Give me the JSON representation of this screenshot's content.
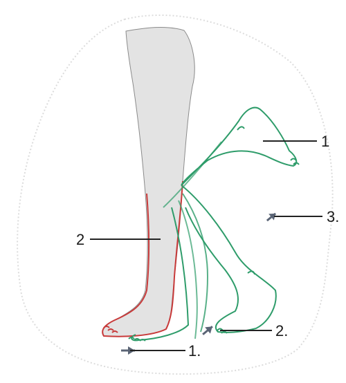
{
  "diagram": {
    "colors": {
      "background": "#ffffff",
      "halo": "#dcdcdc",
      "standing_leg_fill": "#e3e3e3",
      "standing_leg_stroke": "#8a8a8a",
      "outline_red": "#c83a3a",
      "outline_green": "#2e9c6a",
      "arrow": "#5a6475",
      "leader": "#222222"
    },
    "labels": {
      "swing_phase": "1",
      "stance_phase": "2",
      "push_off": "3.",
      "heel_strike": "1.",
      "toe_off": "2."
    },
    "icons": {
      "arrow_top": "arrow-icon",
      "arrow_mid": "arrow-icon",
      "arrow_bottom": "arrow-icon"
    }
  }
}
